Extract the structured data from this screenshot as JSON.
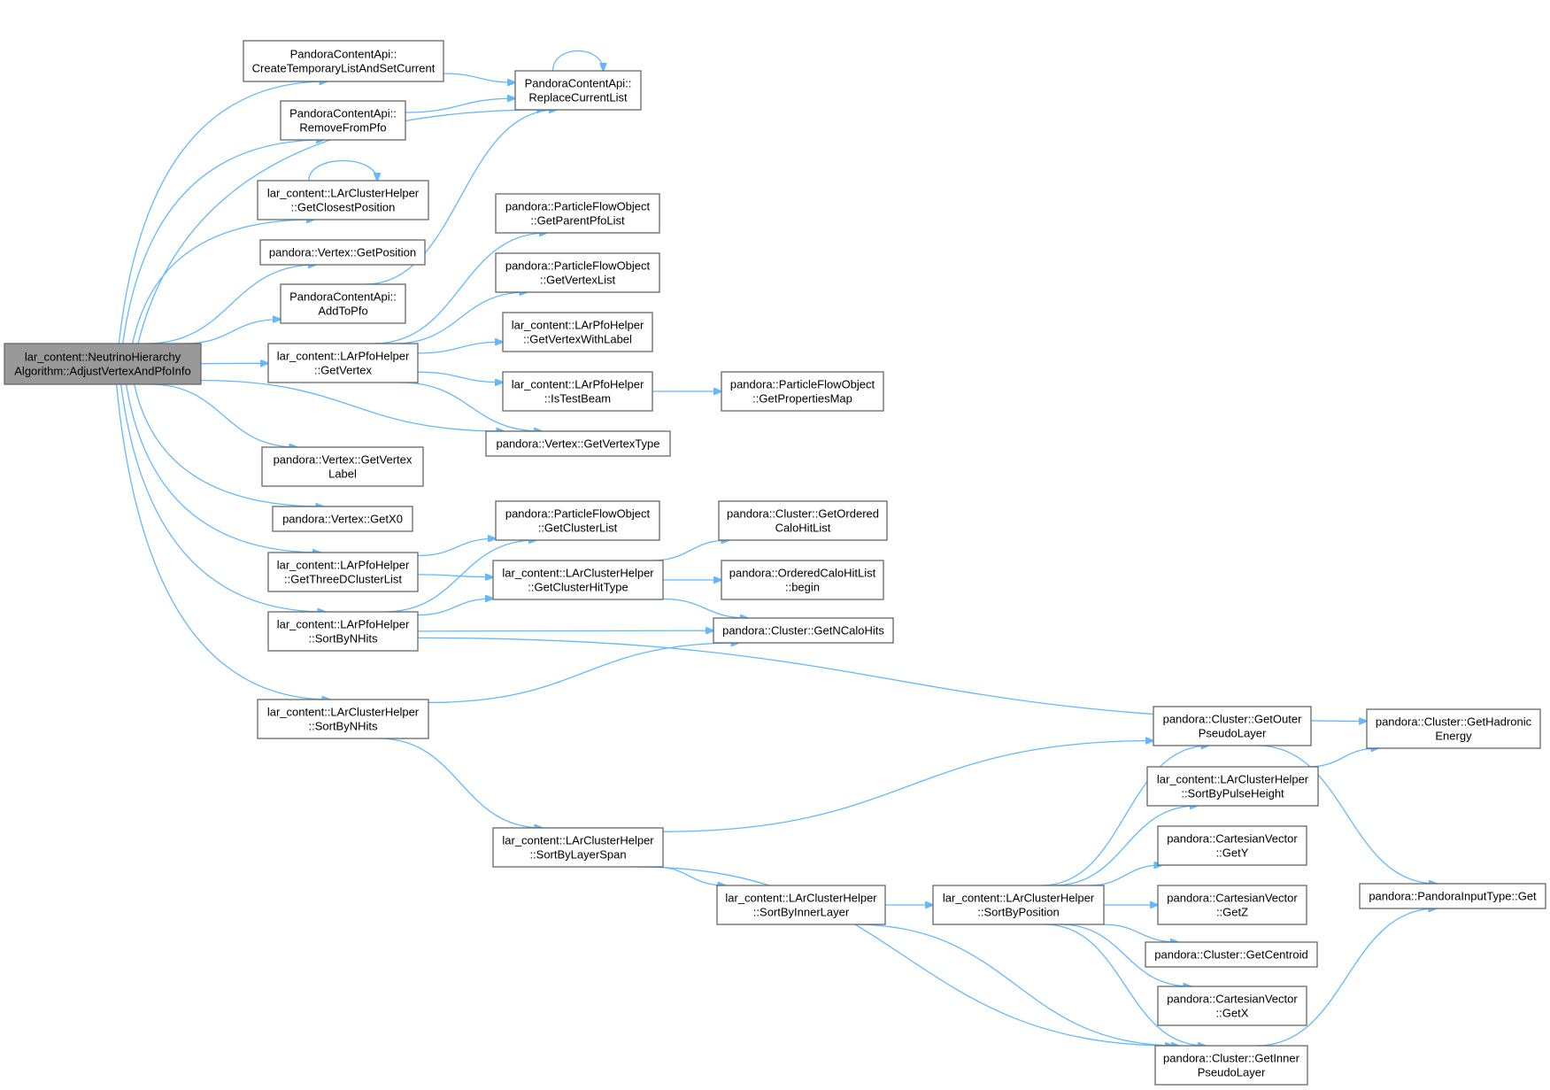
{
  "diagram": {
    "colors": {
      "edge": "#63b8ff",
      "node_border": "#666666",
      "root_fill": "#999999",
      "node_fill": "#ffffff"
    },
    "nodes": [
      {
        "id": "root",
        "lines": [
          "lar_content::NeutrinoHierarchy",
          "Algorithm::AdjustVertexAndPfoInfo"
        ]
      },
      {
        "id": "createTemp",
        "lines": [
          "PandoraContentApi::",
          "CreateTemporaryListAndSetCurrent"
        ]
      },
      {
        "id": "replace",
        "lines": [
          "PandoraContentApi::",
          "ReplaceCurrentList"
        ]
      },
      {
        "id": "removeFromPfo",
        "lines": [
          "PandoraContentApi::",
          "RemoveFromPfo"
        ]
      },
      {
        "id": "closestPos",
        "lines": [
          "lar_content::LArClusterHelper",
          "::GetClosestPosition"
        ]
      },
      {
        "id": "vtxPos",
        "lines": [
          "pandora::Vertex::GetPosition"
        ]
      },
      {
        "id": "addToPfo",
        "lines": [
          "PandoraContentApi::",
          "AddToPfo"
        ]
      },
      {
        "id": "pfoGetVertex",
        "lines": [
          "lar_content::LArPfoHelper",
          "::GetVertex"
        ]
      },
      {
        "id": "parentPfo",
        "lines": [
          "pandora::ParticleFlowObject",
          "::GetParentPfoList"
        ]
      },
      {
        "id": "vertexList",
        "lines": [
          "pandora::ParticleFlowObject",
          "::GetVertexList"
        ]
      },
      {
        "id": "vtxWithLabel",
        "lines": [
          "lar_content::LArPfoHelper",
          "::GetVertexWithLabel"
        ]
      },
      {
        "id": "isTestBeam",
        "lines": [
          "lar_content::LArPfoHelper",
          "::IsTestBeam"
        ]
      },
      {
        "id": "propsMap",
        "lines": [
          "pandora::ParticleFlowObject",
          "::GetPropertiesMap"
        ]
      },
      {
        "id": "vtxType",
        "lines": [
          "pandora::Vertex::GetVertexType"
        ]
      },
      {
        "id": "vtxLabel",
        "lines": [
          "pandora::Vertex::GetVertex",
          "Label"
        ]
      },
      {
        "id": "getX0",
        "lines": [
          "pandora::Vertex::GetX0"
        ]
      },
      {
        "id": "clusterList",
        "lines": [
          "pandora::ParticleFlowObject",
          "::GetClusterList"
        ]
      },
      {
        "id": "orderedCalo",
        "lines": [
          "pandora::Cluster::GetOrdered",
          "CaloHitList"
        ]
      },
      {
        "id": "threeD",
        "lines": [
          "lar_content::LArPfoHelper",
          "::GetThreeDClusterList"
        ]
      },
      {
        "id": "hitType",
        "lines": [
          "lar_content::LArClusterHelper",
          "::GetClusterHitType"
        ]
      },
      {
        "id": "begin",
        "lines": [
          "pandora::OrderedCaloHitList",
          "::begin"
        ]
      },
      {
        "id": "pfoSortN",
        "lines": [
          "lar_content::LArPfoHelper",
          "::SortByNHits"
        ]
      },
      {
        "id": "nCalo",
        "lines": [
          "pandora::Cluster::GetNCaloHits"
        ]
      },
      {
        "id": "clSortN",
        "lines": [
          "lar_content::LArClusterHelper",
          "::SortByNHits"
        ]
      },
      {
        "id": "hadronic",
        "lines": [
          "pandora::Cluster::GetHadronic",
          "Energy"
        ]
      },
      {
        "id": "outerPL",
        "lines": [
          "pandora::Cluster::GetOuter",
          "PseudoLayer"
        ]
      },
      {
        "id": "pulseH",
        "lines": [
          "lar_content::LArClusterHelper",
          "::SortByPulseHeight"
        ]
      },
      {
        "id": "layerSpan",
        "lines": [
          "lar_content::LArClusterHelper",
          "::SortByLayerSpan"
        ]
      },
      {
        "id": "cvY",
        "lines": [
          "pandora::CartesianVector",
          "::GetY"
        ]
      },
      {
        "id": "innerLayer",
        "lines": [
          "lar_content::LArClusterHelper",
          "::SortByInnerLayer"
        ]
      },
      {
        "id": "sortPos",
        "lines": [
          "lar_content::LArClusterHelper",
          "::SortByPosition"
        ]
      },
      {
        "id": "cvZ",
        "lines": [
          "pandora::CartesianVector",
          "::GetZ"
        ]
      },
      {
        "id": "inputGet",
        "lines": [
          "pandora::PandoraInputType::Get"
        ]
      },
      {
        "id": "centroid",
        "lines": [
          "pandora::Cluster::GetCentroid"
        ]
      },
      {
        "id": "cvX",
        "lines": [
          "pandora::CartesianVector",
          "::GetX"
        ]
      },
      {
        "id": "innerPL",
        "lines": [
          "pandora::Cluster::GetInner",
          "PseudoLayer"
        ]
      }
    ],
    "edges": [
      [
        "root",
        "createTemp"
      ],
      [
        "root",
        "replace"
      ],
      [
        "root",
        "removeFromPfo"
      ],
      [
        "root",
        "closestPos"
      ],
      [
        "root",
        "vtxPos"
      ],
      [
        "root",
        "addToPfo"
      ],
      [
        "root",
        "pfoGetVertex"
      ],
      [
        "root",
        "vtxType"
      ],
      [
        "root",
        "vtxLabel"
      ],
      [
        "root",
        "getX0"
      ],
      [
        "root",
        "threeD"
      ],
      [
        "root",
        "pfoSortN"
      ],
      [
        "root",
        "clSortN"
      ],
      [
        "createTemp",
        "replace"
      ],
      [
        "removeFromPfo",
        "replace"
      ],
      [
        "addToPfo",
        "replace"
      ],
      [
        "replace",
        "replace"
      ],
      [
        "closestPos",
        "closestPos"
      ],
      [
        "pfoGetVertex",
        "parentPfo"
      ],
      [
        "pfoGetVertex",
        "vertexList"
      ],
      [
        "pfoGetVertex",
        "vtxWithLabel"
      ],
      [
        "pfoGetVertex",
        "isTestBeam"
      ],
      [
        "pfoGetVertex",
        "vtxType"
      ],
      [
        "isTestBeam",
        "propsMap"
      ],
      [
        "threeD",
        "clusterList"
      ],
      [
        "threeD",
        "hitType"
      ],
      [
        "pfoSortN",
        "clusterList"
      ],
      [
        "pfoSortN",
        "hitType"
      ],
      [
        "pfoSortN",
        "nCalo"
      ],
      [
        "pfoSortN",
        "hadronic"
      ],
      [
        "hitType",
        "orderedCalo"
      ],
      [
        "hitType",
        "begin"
      ],
      [
        "hitType",
        "nCalo"
      ],
      [
        "clSortN",
        "nCalo"
      ],
      [
        "clSortN",
        "layerSpan"
      ],
      [
        "layerSpan",
        "outerPL"
      ],
      [
        "layerSpan",
        "innerLayer"
      ],
      [
        "layerSpan",
        "innerPL"
      ],
      [
        "innerLayer",
        "sortPos"
      ],
      [
        "innerLayer",
        "innerPL"
      ],
      [
        "sortPos",
        "outerPL"
      ],
      [
        "sortPos",
        "pulseH"
      ],
      [
        "sortPos",
        "cvY"
      ],
      [
        "sortPos",
        "cvZ"
      ],
      [
        "sortPos",
        "centroid"
      ],
      [
        "sortPos",
        "cvX"
      ],
      [
        "sortPos",
        "innerPL"
      ],
      [
        "pulseH",
        "hadronic"
      ],
      [
        "outerPL",
        "inputGet"
      ],
      [
        "innerPL",
        "inputGet"
      ]
    ]
  }
}
